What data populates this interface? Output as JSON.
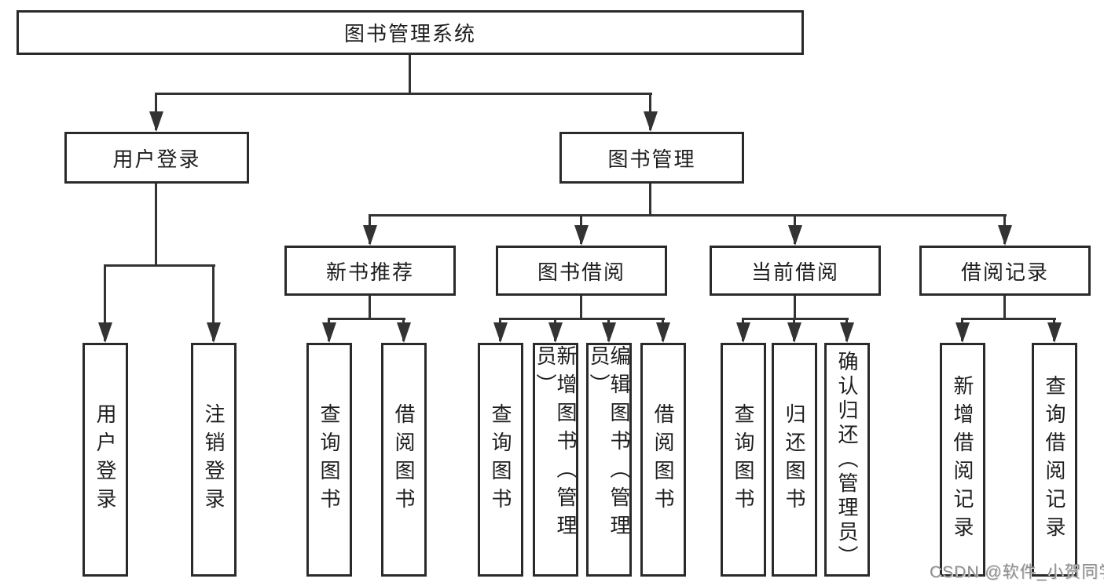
{
  "tree": {
    "root": {
      "label": "图书管理系统"
    },
    "branches": [
      {
        "label": "用户登录",
        "children": [
          {
            "label": "用户登录"
          },
          {
            "label": "注销登录"
          }
        ]
      },
      {
        "label": "图书管理",
        "sections": [
          {
            "label": "新书推荐",
            "children": [
              {
                "label": "查询图书"
              },
              {
                "label": "借阅图书"
              }
            ]
          },
          {
            "label": "图书借阅",
            "children": [
              {
                "label": "查询图书"
              },
              {
                "label": "新增图书（管理员）"
              },
              {
                "label": "编辑图书（管理员）"
              },
              {
                "label": "借阅图书"
              }
            ]
          },
          {
            "label": "当前借阅",
            "children": [
              {
                "label": "查询图书"
              },
              {
                "label": "归还图书"
              },
              {
                "label": "确认归还（管理员）"
              }
            ]
          },
          {
            "label": "借阅记录",
            "children": [
              {
                "label": "新增借阅记录"
              },
              {
                "label": "查询借阅记录"
              }
            ]
          }
        ]
      }
    ]
  },
  "watermark": {
    "text": "CSDN @软件_小贺同学"
  },
  "colors": {
    "line": "#333333",
    "box_border": "#2a2a2a",
    "text": "#1e1e1e",
    "watermark": "#8f8f8f",
    "background": "#ffffff"
  }
}
